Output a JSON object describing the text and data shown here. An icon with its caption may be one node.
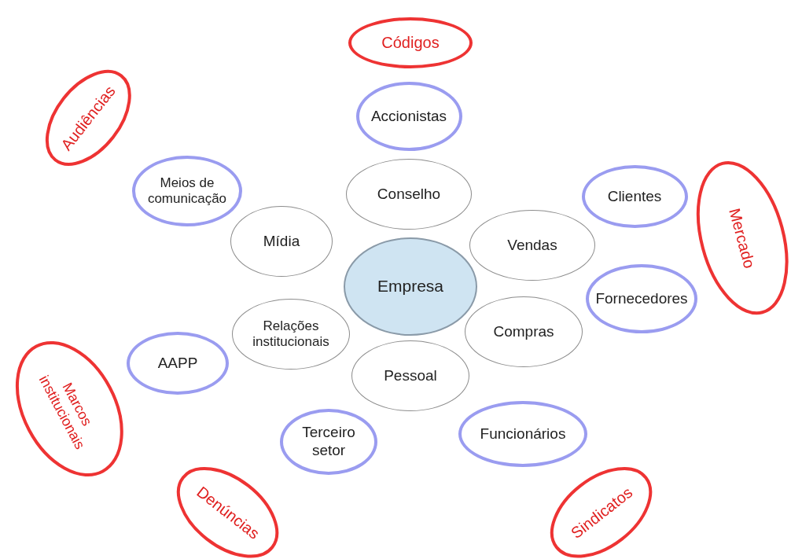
{
  "diagram": {
    "nodes": [
      {
        "text": [
          "Empresa"
        ]
      },
      {
        "text": [
          "Conselho"
        ]
      },
      {
        "text": [
          "Vendas"
        ]
      },
      {
        "text": [
          "Compras"
        ]
      },
      {
        "text": [
          "Pessoal"
        ]
      },
      {
        "text": [
          "Relações institucionais"
        ]
      },
      {
        "text": [
          "Mídia"
        ]
      },
      {
        "text": [
          "Accionistas"
        ]
      },
      {
        "text": [
          "Clientes"
        ]
      },
      {
        "text": [
          "Fornecedores"
        ]
      },
      {
        "text": [
          "Funcionários"
        ]
      },
      {
        "text": [
          "Terceiro setor"
        ]
      },
      {
        "text": [
          "AAPP"
        ]
      },
      {
        "text": [
          "Meios de comunicação"
        ]
      },
      {
        "text": [
          "Códigos"
        ]
      },
      {
        "text": [
          "Audiências"
        ]
      },
      {
        "text": [
          "Mercado"
        ]
      },
      {
        "text": [
          "Marcos institucionais"
        ]
      },
      {
        "text": [
          "Denúncias"
        ]
      },
      {
        "text": [
          "Sindicatos"
        ]
      }
    ],
    "edges": []
  }
}
